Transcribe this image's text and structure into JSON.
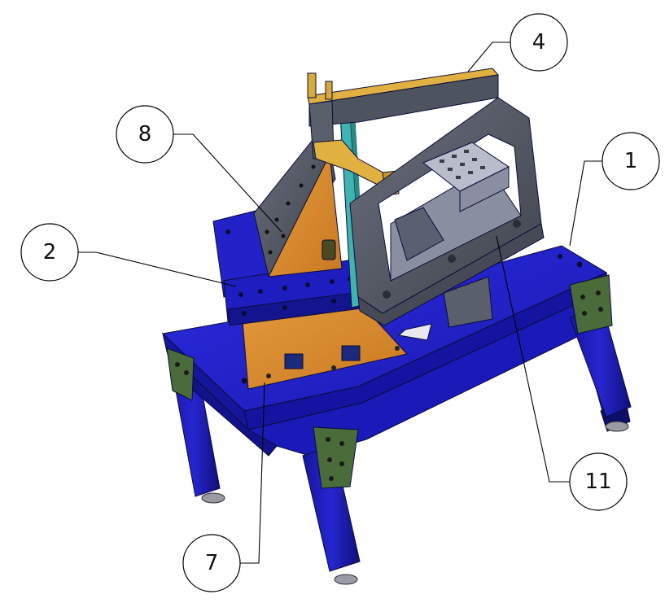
{
  "colors": {
    "frame_blue": "#1f1fc8",
    "frame_blue_dark": "#10107a",
    "frame_blue_light": "#3a3ae6",
    "plate_orange": "#d98a2e",
    "plate_gray": "#555a66",
    "plate_gray_light": "#8a8f9c",
    "clamp_yellow": "#e0b040",
    "rod_cyan": "#3fb3b0",
    "bracket_green": "#4a6b3a"
  },
  "callouts": [
    {
      "id": "callout-1",
      "label": "1"
    },
    {
      "id": "callout-2",
      "label": "2"
    },
    {
      "id": "callout-4",
      "label": "4"
    },
    {
      "id": "callout-7",
      "label": "7"
    },
    {
      "id": "callout-8",
      "label": "8"
    },
    {
      "id": "callout-11",
      "label": "11"
    }
  ]
}
